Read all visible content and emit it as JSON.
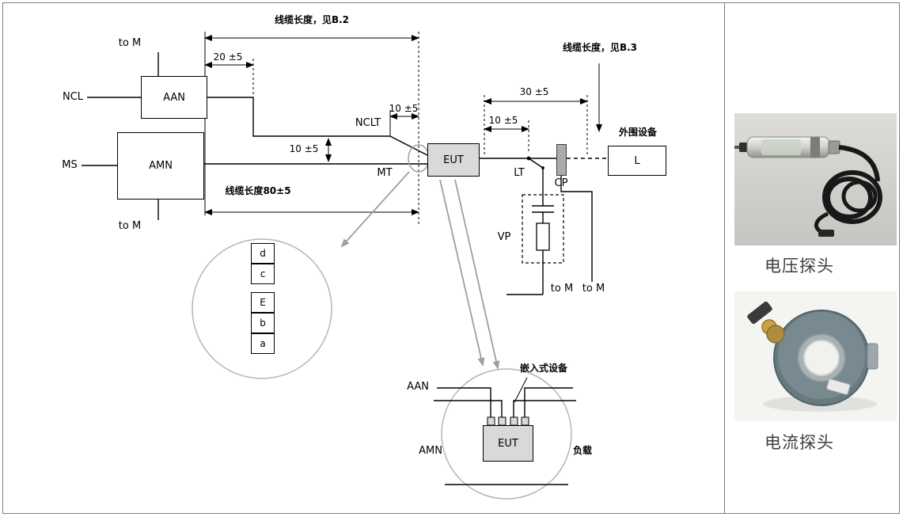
{
  "diagram": {
    "blocks": {
      "aan": "AAN",
      "amn": "AMN",
      "eut": "EUT",
      "peripheral_l": "L"
    },
    "ports": {
      "ncl": "NCL",
      "ms": "MS",
      "nclt": "NCLT",
      "mt": "MT",
      "lt": "LT",
      "cp": "CP",
      "vp": "VP"
    },
    "grounds": {
      "to_m_top": "to M",
      "to_m_amn": "to M",
      "to_m_vp": "to M",
      "to_m_cp": "to M"
    },
    "dims": {
      "cable_length_b2": "线缆长度，见B.2",
      "cable_length_b3": "线缆长度，见B.3",
      "cable_length_80": "线缆长度80±5",
      "dim_20": "20 ±5",
      "dim_10_nclt": "10 ±5",
      "dim_10_gap": "10 ±5",
      "dim_30": "30 ±5",
      "dim_10_lt": "10 ±5"
    },
    "labels": {
      "peripheral_device": "外围设备"
    },
    "wire_detail": {
      "stack": [
        "d",
        "c",
        "E",
        "b",
        "a"
      ]
    },
    "embedded_detail": {
      "title": "嵌入式设备",
      "aan": "AAN",
      "amn": "AMN",
      "eut": "EUT",
      "load": "负载"
    }
  },
  "side_panel": {
    "photos": [
      {
        "name": "voltage-probe",
        "label": "电压探头"
      },
      {
        "name": "current-probe",
        "label": "电流探头"
      }
    ]
  }
}
